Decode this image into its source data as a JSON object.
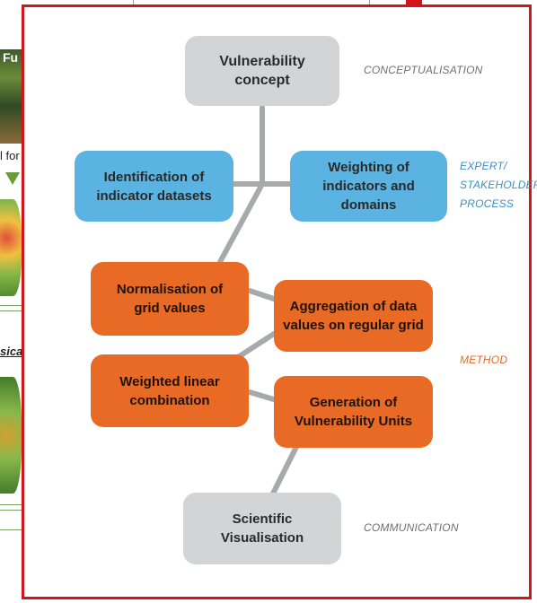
{
  "background": {
    "text_1": "l for",
    "text_2": "sica",
    "text_3": "Fu"
  },
  "nodes": {
    "vulnerability_concept": "Vulnerability concept",
    "identification": "Identification of indicator datasets",
    "weighting": "Weighting of indicators and domains",
    "normalisation": "Normalisation of grid values",
    "aggregation": "Aggregation of data values on regular grid",
    "weighted_linear": "Weighted linear combination",
    "generation": "Generation of Vulnerability Units",
    "scientific_visualisation": "Scientific Visualisation"
  },
  "side_labels": {
    "conceptualisation": "CONCEPTUALISATION",
    "expert_line1": "EXPERT/",
    "expert_line2": "STAKEHOLDER",
    "expert_line3": "PROCESS",
    "method": "METHOD",
    "communication": "COMMUNICATION"
  },
  "colors": {
    "frame": "#d0161b",
    "gray_box": "#d3d4d6",
    "blue_box": "#5ab3e0",
    "orange_box": "#e86a25",
    "connector": "#a8a9ab"
  }
}
